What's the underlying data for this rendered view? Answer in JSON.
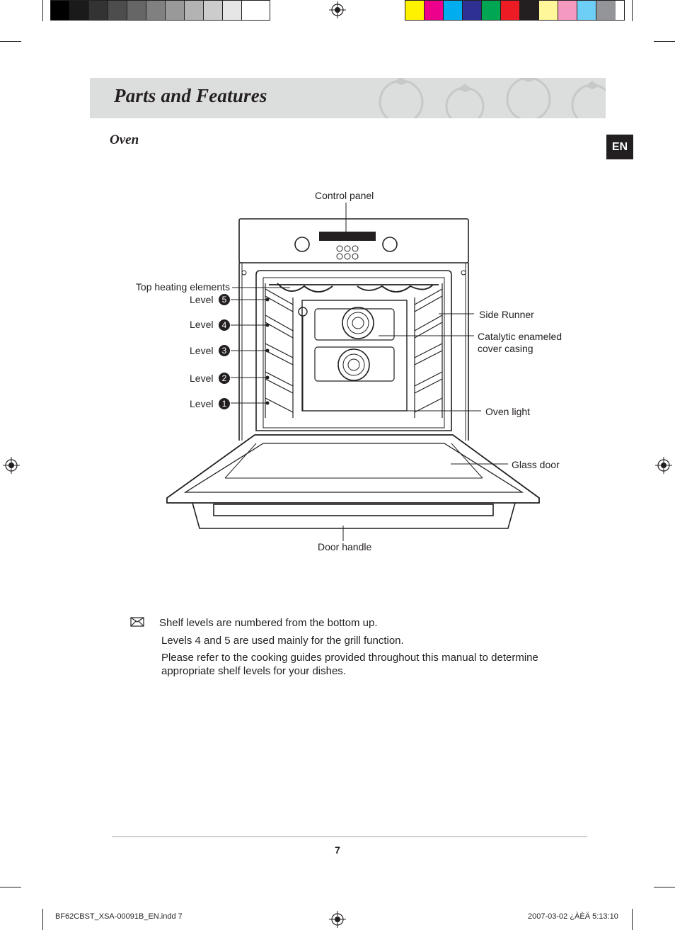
{
  "print_marks": {
    "gray_swatches": [
      "#000000",
      "#1a1a1a",
      "#333333",
      "#4d4d4d",
      "#666666",
      "#808080",
      "#999999",
      "#b3b3b3",
      "#cccccc",
      "#e6e6e6",
      "#ffffff"
    ],
    "color_swatches": [
      "#fff200",
      "#ec008c",
      "#00aeef",
      "#2e3192",
      "#00a651",
      "#ed1c24",
      "#231f20",
      "#fff799",
      "#f49ac1",
      "#6dcff6",
      "#939598"
    ]
  },
  "header": {
    "title": "Parts and Features",
    "banner_color": "#dcdddd"
  },
  "section": {
    "title": "Oven",
    "language_tab": "EN"
  },
  "diagram": {
    "callouts": {
      "control_panel": "Control panel",
      "top_heating_elements": "Top heating elements",
      "side_runner": "Side Runner",
      "catalytic_line1": "Catalytic enameled",
      "catalytic_line2": "cover casing",
      "oven_light": "Oven light",
      "glass_door": "Glass door",
      "door_handle": "Door handle"
    },
    "level_word": "Level",
    "levels": [
      "5",
      "4",
      "3",
      "2",
      "1"
    ]
  },
  "notes": {
    "icon": "note-icon",
    "line1": "Shelf levels are numbered from the bottom up.",
    "line2": "Levels 4 and 5 are used mainly for the grill function.",
    "line3": "Please refer to the cooking guides provided throughout this manual to determine",
    "line4": "appropriate shelf levels for your dishes."
  },
  "page": {
    "number": "7"
  },
  "footer": {
    "left": "BF62CBST_XSA-00091B_EN.indd   7",
    "right": "2007-03-02   ¿ÀÈÄ 5:13:10"
  }
}
